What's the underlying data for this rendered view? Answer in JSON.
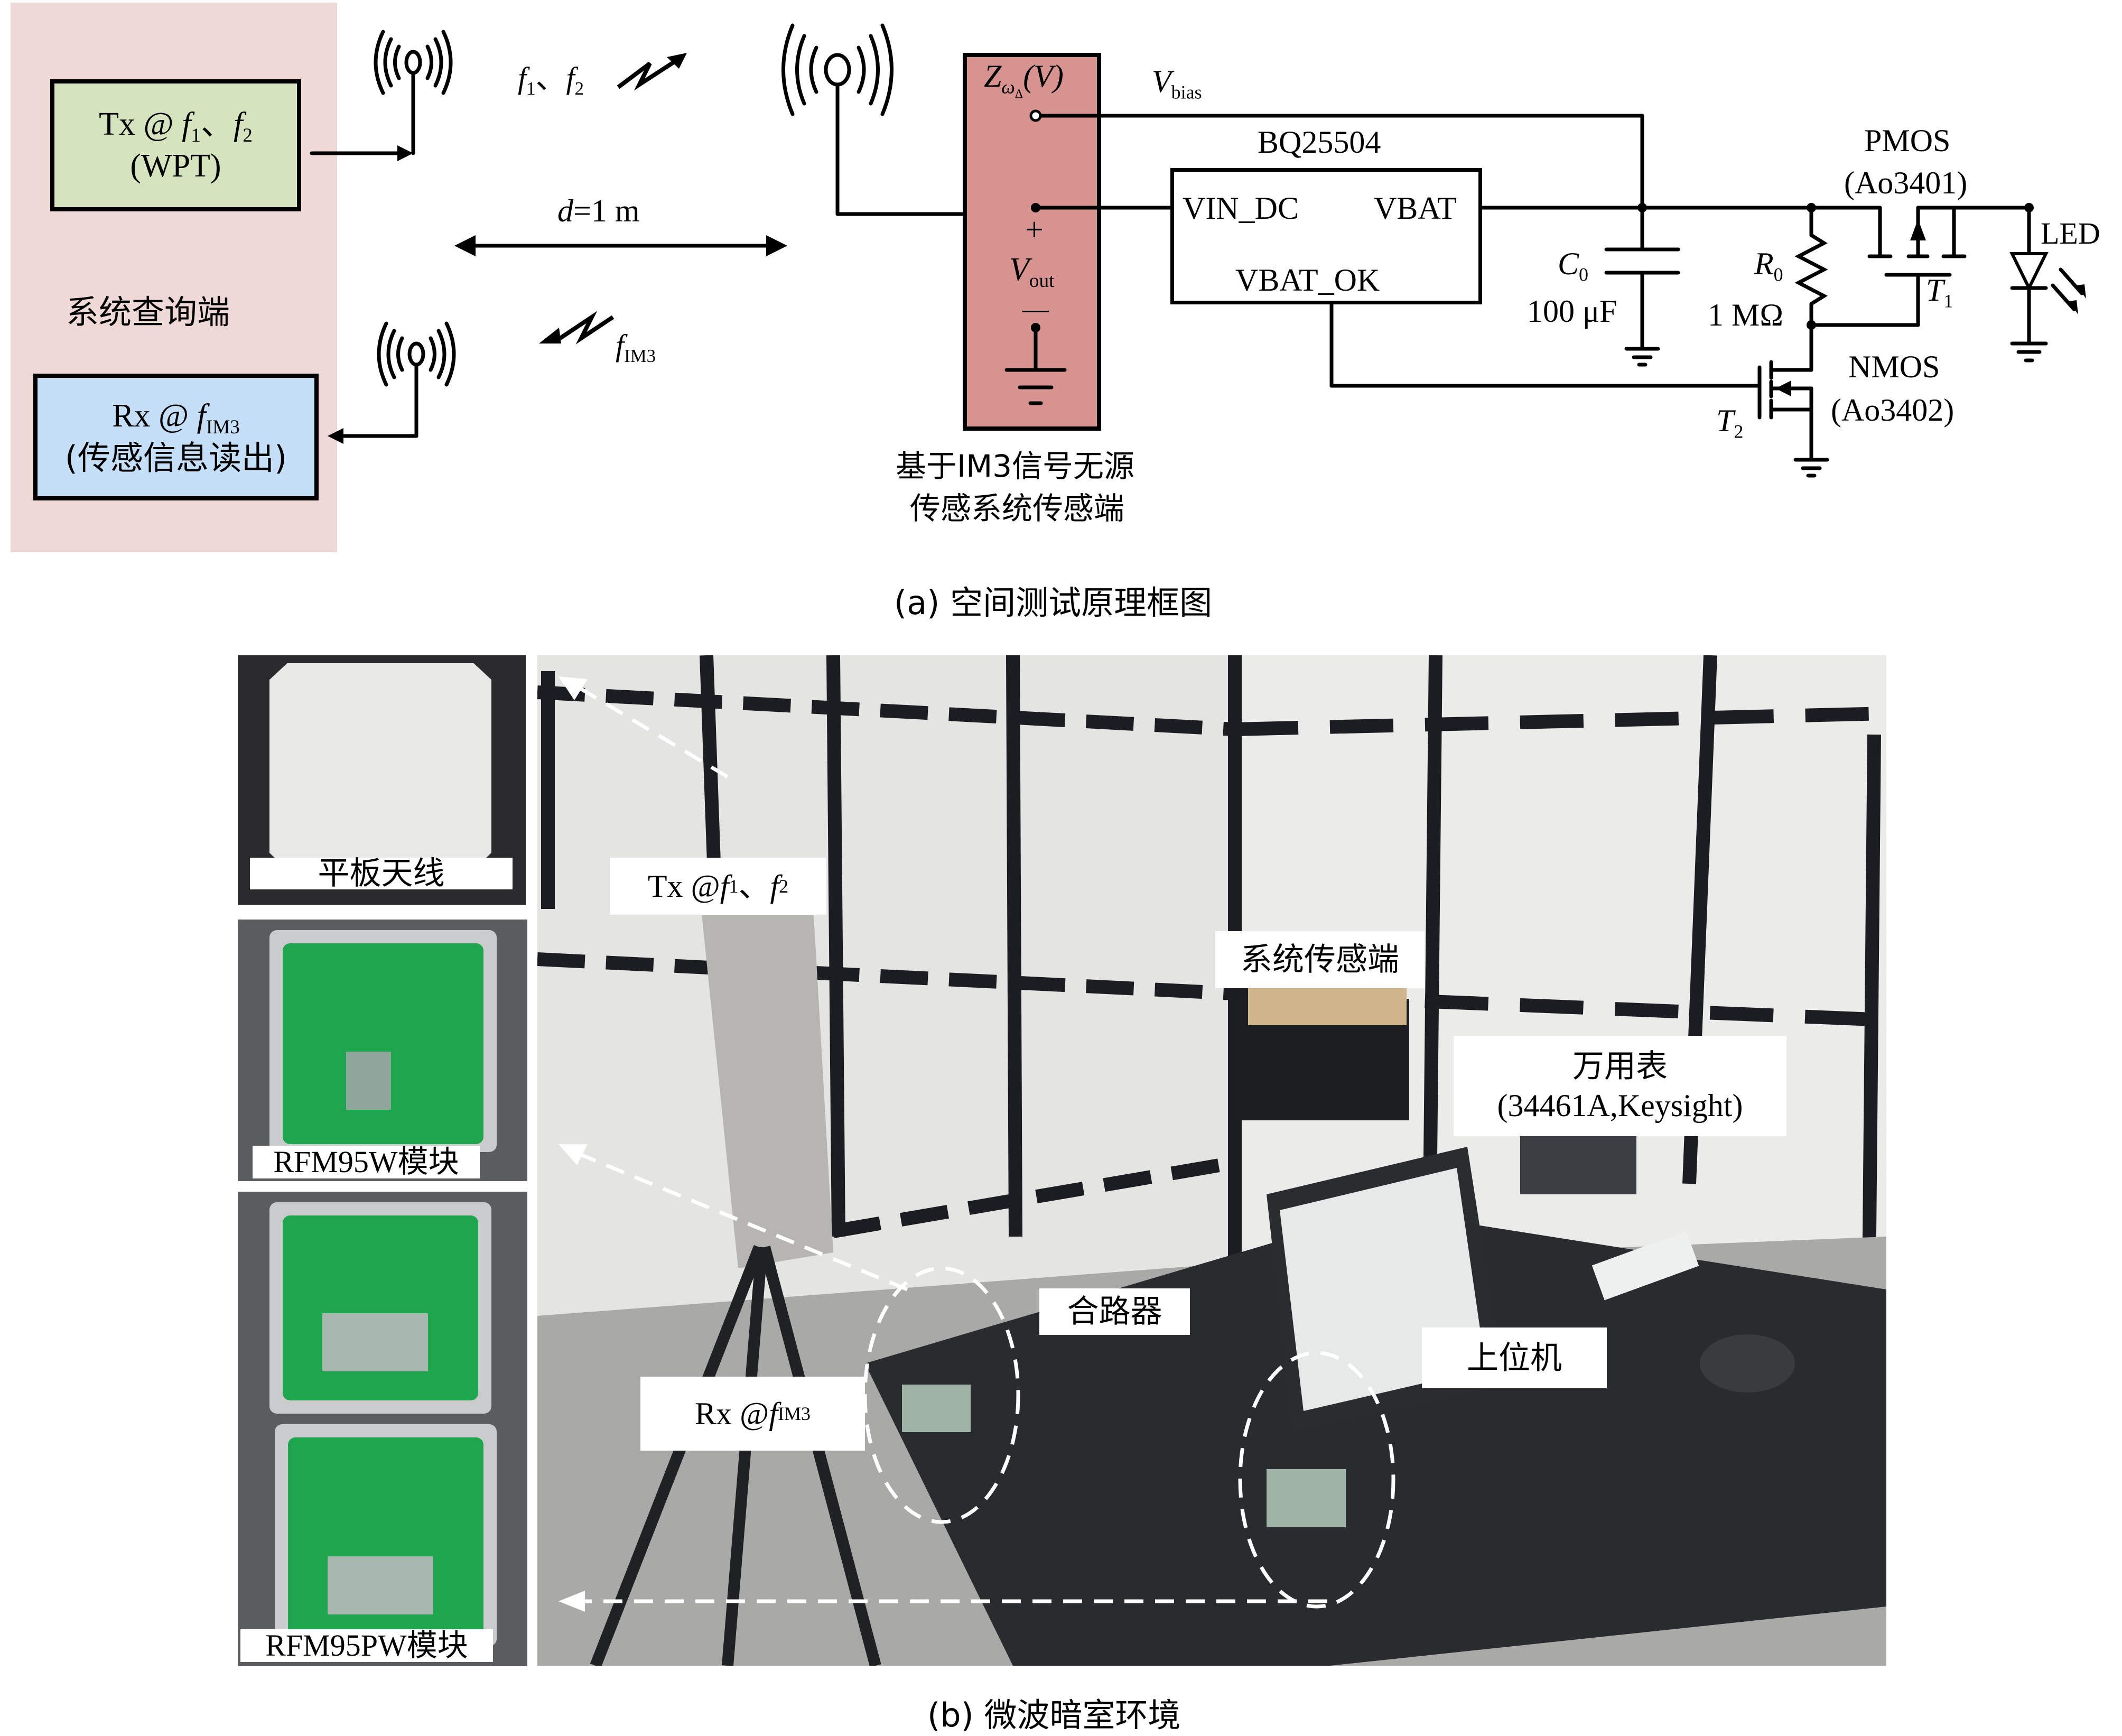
{
  "figure_a": {
    "caption": "(a) 空间测试原理框图",
    "query_side": {
      "label": "系统查询端",
      "tx_box": {
        "line1_prefix": "Tx @ ",
        "f1": "f",
        "f1_sub": "1",
        "sep": "、",
        "f2": "f",
        "f2_sub": "2",
        "line2": "(WPT)"
      },
      "rx_box": {
        "line1_prefix": "Rx @ ",
        "f": "f",
        "f_sub": "IM3",
        "line2": "(传感信息读出)"
      }
    },
    "link": {
      "forward_freq": {
        "f1": "f",
        "f1_sub": "1",
        "sep": "、",
        "f2": "f",
        "f2_sub": "2"
      },
      "distance_label": {
        "d": "d",
        "eq": "=1 m"
      },
      "return_freq": {
        "f": "f",
        "f_sub": "IM3"
      }
    },
    "sensor_side": {
      "label_line1": "基于IM3信号无源",
      "label_line2": "传感系统传感端",
      "impedance": {
        "z": "Z",
        "z_sub": "ω",
        "z_subsub": "Δ",
        "arg": "(V)"
      },
      "plus": "+",
      "vout": {
        "v": "V",
        "sub": "out"
      },
      "minus": "—",
      "vbias": {
        "v": "V",
        "sub": "bias"
      }
    },
    "circuit": {
      "chip_name": "BQ25504",
      "pin_vin": "VIN_DC",
      "pin_vbat": "VBAT",
      "pin_vbat_ok": "VBAT_OK",
      "capacitor": {
        "name": "C",
        "sub": "0",
        "value": "100 μF"
      },
      "resistor": {
        "name": "R",
        "sub": "0",
        "value": "1 MΩ"
      },
      "pmos": {
        "type": "PMOS",
        "part": "(Ao3401)",
        "name": "T",
        "sub": "1"
      },
      "nmos": {
        "type": "NMOS",
        "part": "(Ao3402)",
        "name": "T",
        "sub": "2"
      },
      "led": "LED"
    }
  },
  "figure_b": {
    "caption": "(b) 微波暗室环境",
    "inset_labels": [
      "平板天线",
      "RFM95W模块",
      "RFM95PW模块"
    ],
    "photo_labels": {
      "tx": {
        "prefix": "Tx @ ",
        "f1": "f",
        "f1_sub": "1",
        "sep": "、",
        "f2": "f",
        "f2_sub": "2"
      },
      "sensor": "系统传感端",
      "multimeter_line1": "万用表",
      "multimeter_line2": "(34461A,Keysight)",
      "combiner": "合路器",
      "host": "上位机",
      "rx": {
        "prefix": "Rx @ ",
        "f": "f",
        "f_sub": "IM3"
      }
    }
  },
  "colors": {
    "query_panel": "#efd9d7",
    "tx_box": "#d6e3bf",
    "rx_box": "#c5dff9",
    "sensor_box": "#d6938f"
  }
}
